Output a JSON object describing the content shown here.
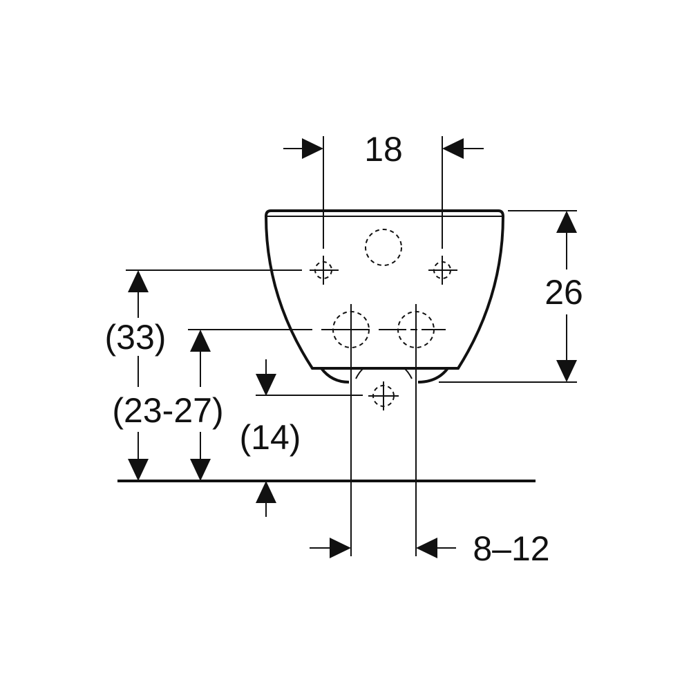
{
  "diagram": {
    "title": "Bidet wall-hung connection dimensions",
    "labels": {
      "top_width": "18",
      "height_right": "26",
      "left_outer": "(33)",
      "left_inner": "(23-27)",
      "drain_height": "(14)",
      "bottom_width": "8–12"
    },
    "colors": {
      "line": "#111111",
      "background": "#ffffff"
    }
  }
}
